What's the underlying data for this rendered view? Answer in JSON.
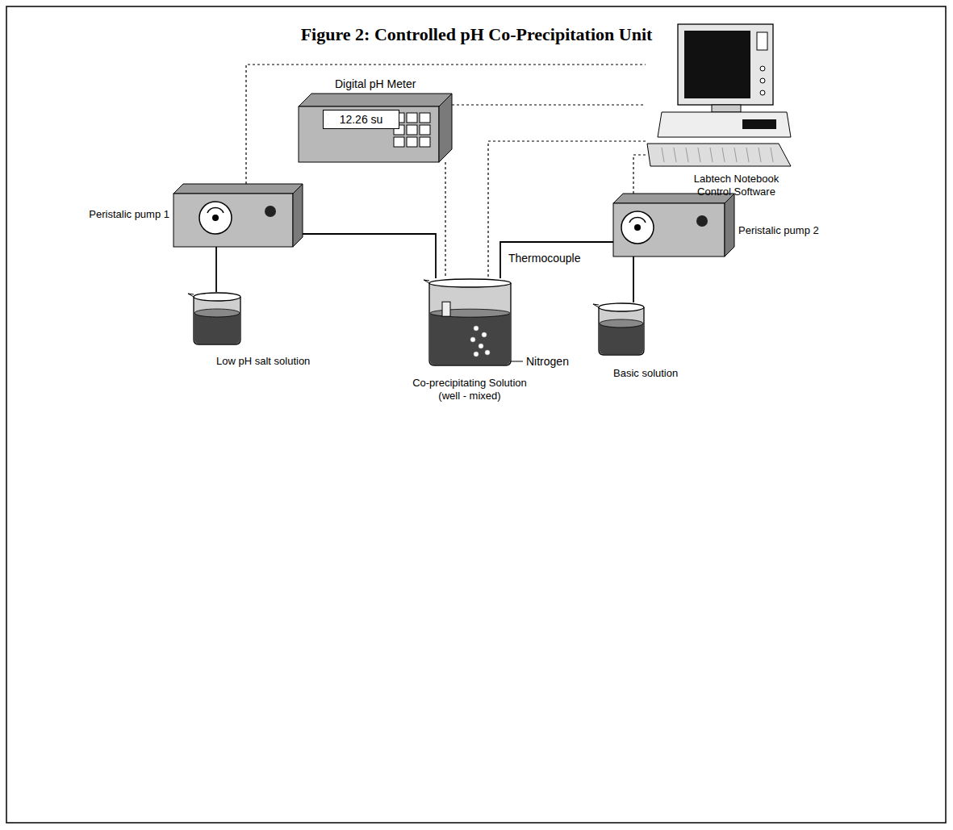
{
  "diagram": {
    "title": "Figure 2: Controlled pH Co-Precipitation Unit",
    "nodes": [
      {
        "text": [
          "Digital pH Meter",
          "12.26 su"
        ]
      },
      {
        "text": [
          "Labtech Notebook Control Software"
        ]
      },
      {
        "text": [
          "Peristalic pump 1"
        ]
      },
      {
        "text": [
          "Peristalic pump 2"
        ]
      },
      {
        "text": [
          "Low pH salt solution"
        ]
      },
      {
        "text": [
          "Co-precipitating Solution (well - mixed)"
        ]
      },
      {
        "text": [
          "Basic solution"
        ]
      }
    ],
    "edges": [
      {
        "from": 2,
        "to": 1,
        "arrow": "none"
      },
      {
        "from": 0,
        "to": 1,
        "arrow": "none"
      },
      {
        "from": 3,
        "to": 1,
        "arrow": "none"
      },
      {
        "from": 1,
        "to": 5,
        "arrow": "none"
      },
      {
        "from": 0,
        "to": 5,
        "arrow": "none"
      },
      {
        "from": 4,
        "to": 2,
        "arrow": "none"
      },
      {
        "from": 2,
        "to": 5,
        "arrow": "none"
      },
      {
        "from": 6,
        "to": 3,
        "arrow": "none"
      },
      {
        "from": 3,
        "to": 5,
        "arrow": "none"
      }
    ],
    "labels": [
      "Thermocouple",
      "Nitrogen"
    ]
  }
}
